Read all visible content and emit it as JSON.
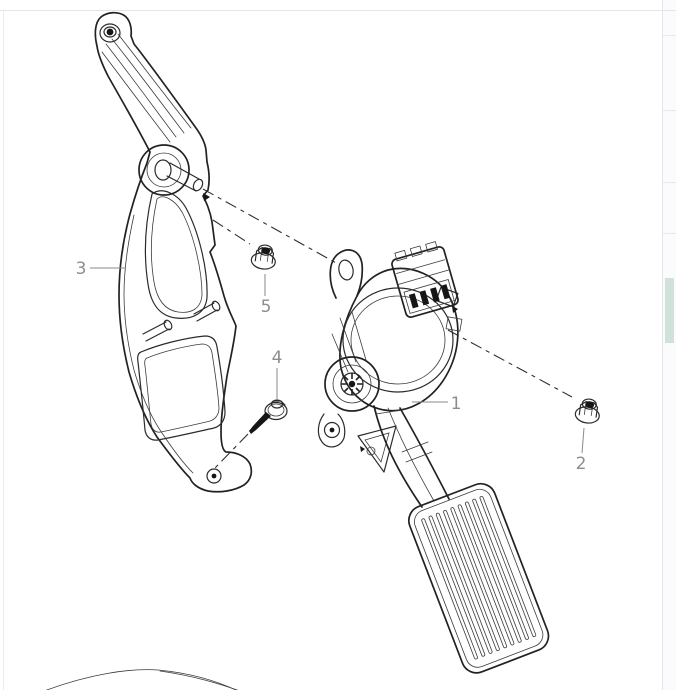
{
  "app": {
    "type": "parts-catalog-diagram-viewer"
  },
  "diagram": {
    "description": "Exploded view of accelerator pedal assembly, mounting bracket and fasteners",
    "line_color": "#2b2b2b",
    "label_color": "#8d8d8d",
    "leader_color": "#8a8a8a",
    "callouts": [
      {
        "number": "1",
        "part": "accelerator-pedal-assembly"
      },
      {
        "number": "2",
        "part": "flange-nut"
      },
      {
        "number": "3",
        "part": "pedal-mounting-bracket"
      },
      {
        "number": "4",
        "part": "flange-bolt"
      },
      {
        "number": "5",
        "part": "flange-nut"
      }
    ]
  },
  "chrome": {
    "canvas_background": "#ffffff",
    "border_color": "#e5e5e8",
    "scrollbar": {
      "thumb_color": "#cfe1d8",
      "track_color": "#fbfbfd",
      "tick_color": "#e7e7ef"
    }
  }
}
